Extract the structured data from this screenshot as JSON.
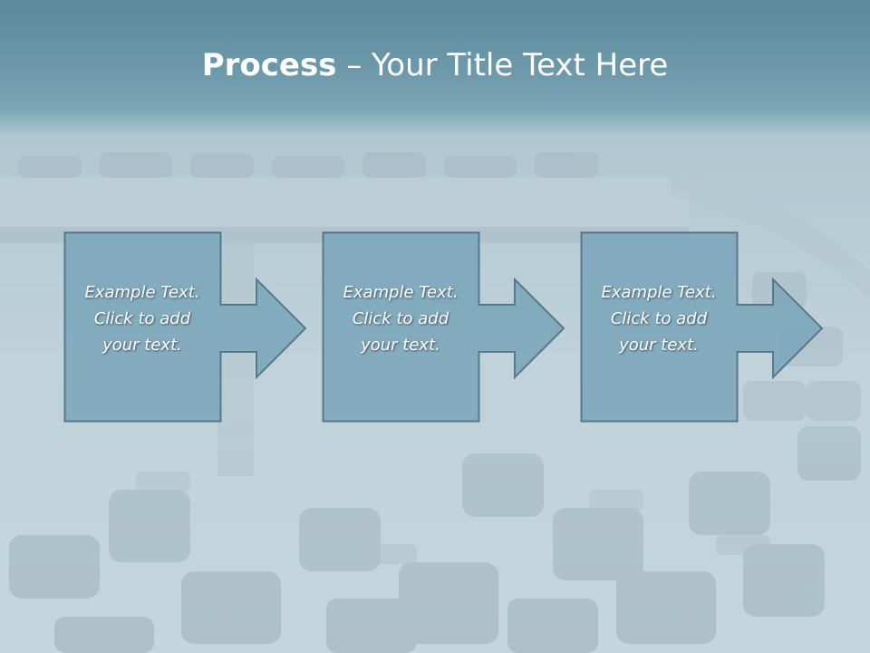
{
  "title": {
    "strong": "Process",
    "rest": " – Your Title Text Here"
  },
  "steps": [
    {
      "line1": "Example Text.",
      "line2": "Click  to add",
      "line3": "your text."
    },
    {
      "line1": "Example Text.",
      "line2": "Click  to add",
      "line3": "your text."
    },
    {
      "line1": "Example Text.",
      "line2": "Click  to add",
      "line3": "your text."
    }
  ],
  "colors": {
    "box_fill": "#7fa8bc",
    "box_border": "#4f7283",
    "title_band": "#6e9aab",
    "text": "#ffffff"
  }
}
